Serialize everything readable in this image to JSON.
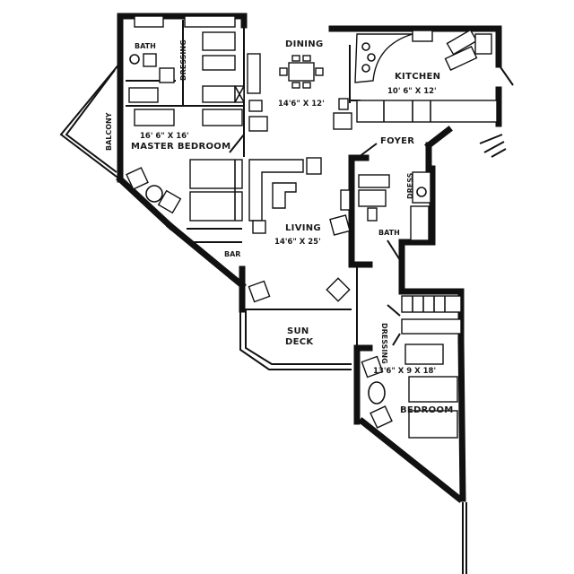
{
  "rooms": {
    "bath_master": "BATH",
    "dressing_master": "DRESSING",
    "dining": "DINING",
    "kitchen": "KITCHEN",
    "kitchen_dim": "10' 6\" X 12'",
    "dining_dim": "14'6\" X 12'",
    "balcony": "BALCONY",
    "master_dim": "16' 6\" X 16'",
    "master_bedroom": "MASTER BEDROOM",
    "foyer": "FOYER",
    "dress_small": "DRESS",
    "living": "LIVING",
    "living_dim": "14'6\" X 25'",
    "bath_guest": "BATH",
    "bar": "BAR",
    "dressing_guest": "DRESSING",
    "sun_deck_1": "SUN",
    "sun_deck_2": "DECK",
    "bedroom_dim": "13'6\" X 9  X 18'",
    "bedroom": "BEDROOM"
  }
}
